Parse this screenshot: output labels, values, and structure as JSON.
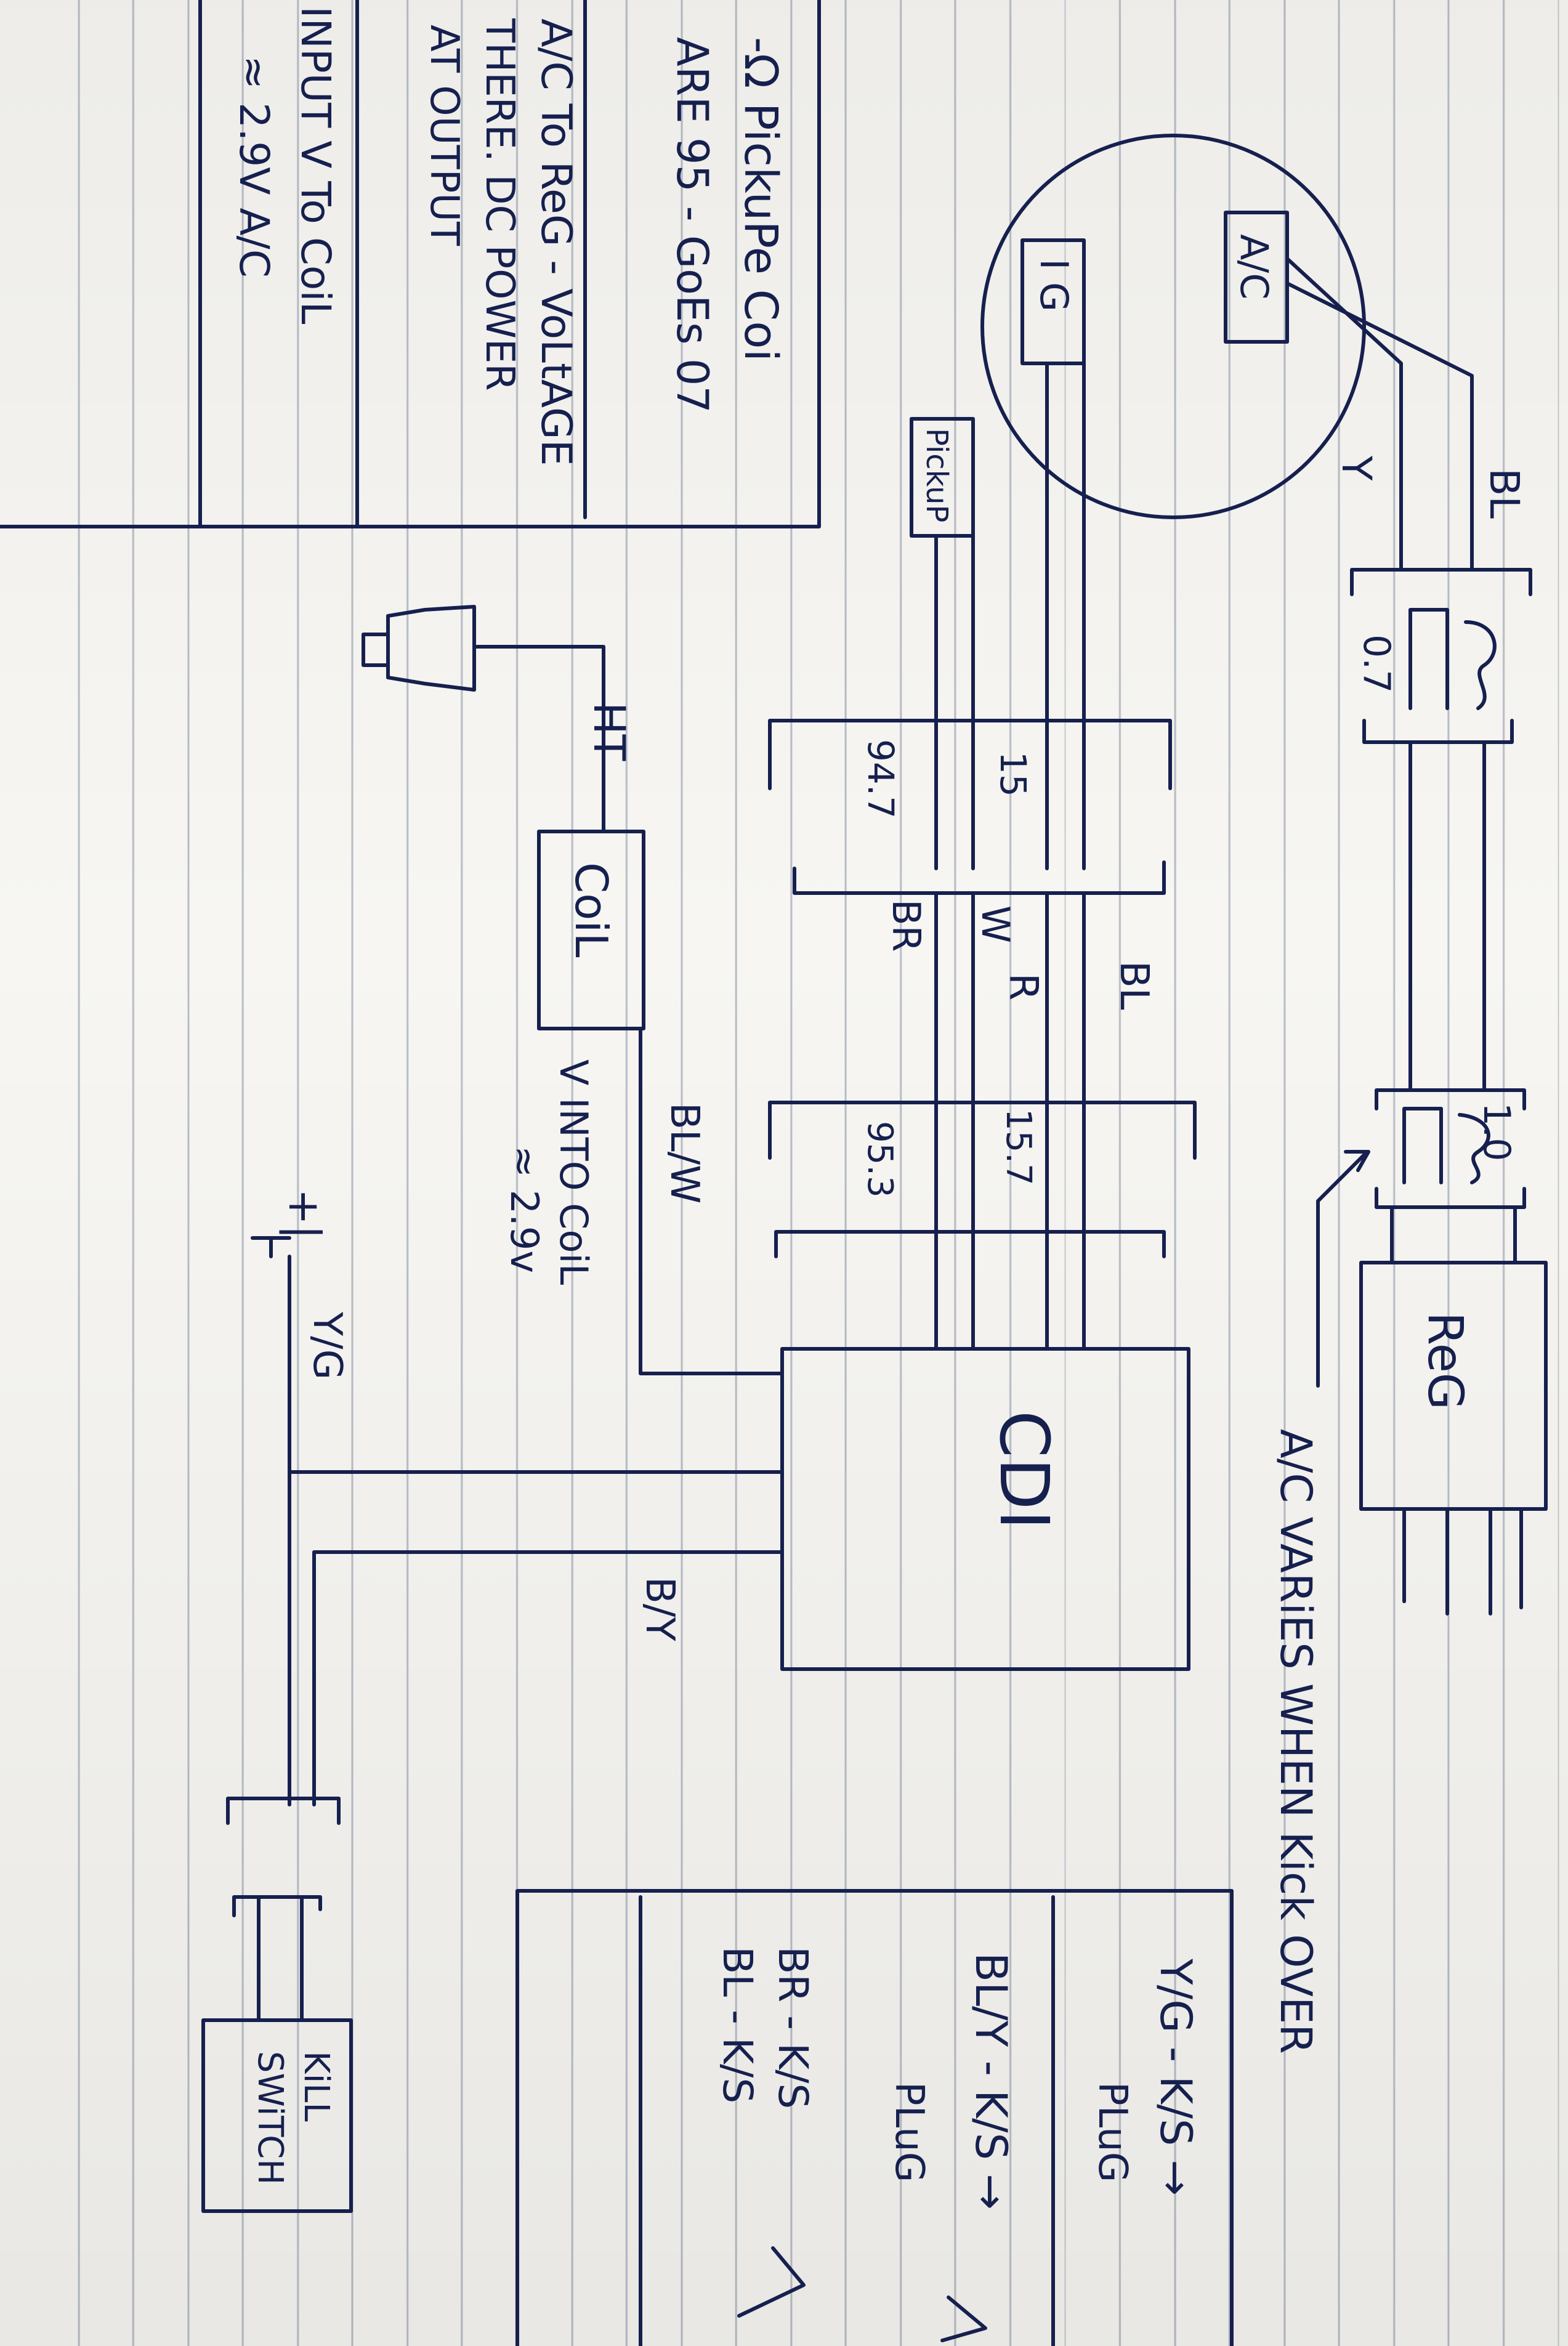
{
  "components": {
    "ac": "A/C",
    "ig": "I G",
    "pickup": "PickuP",
    "coil": "CoiL",
    "cdi": "CDI",
    "reg": "ReG",
    "kill_switch": [
      "KiLL",
      "SWiTCH"
    ],
    "ht": "HT"
  },
  "connectors": {
    "top": "0.7",
    "upper_left": [
      "15",
      "94.7"
    ],
    "upper_right": [
      "15.7",
      "95.3"
    ],
    "reg": "1.0"
  },
  "wires": {
    "y": "Y",
    "bl_top": "BL",
    "bl": "BL",
    "r": "R",
    "w": "W",
    "br": "BR",
    "bl_w": "BL/W",
    "y_g": "Y/G",
    "b_y": "B/Y",
    "battery": "+|"
  },
  "notes": {
    "coil_voltage": [
      "V INTO CoiL",
      "≈ 2.9v"
    ],
    "ac_varies": "A/C VARiES WHEN Kick OVER",
    "left_box": [
      "-Ω PickuPe Coi",
      "ARE 95 - GoEs 07",
      "A/C To ReG - VoLtAGE",
      "THERE. DC POWER",
      "AT OUTPUT",
      "INPUT V To CoiL",
      "≈ 2.9V A/C"
    ],
    "right_box": [
      "Y/G - K/S →",
      "PLuG",
      "BL/Y - K/S →",
      "PLuG",
      "BR - K/S",
      "BL - K/S"
    ]
  },
  "colors": {
    "ink": "#16204f",
    "paper": "#f7f6f2",
    "rule": "#b7bcc6"
  }
}
